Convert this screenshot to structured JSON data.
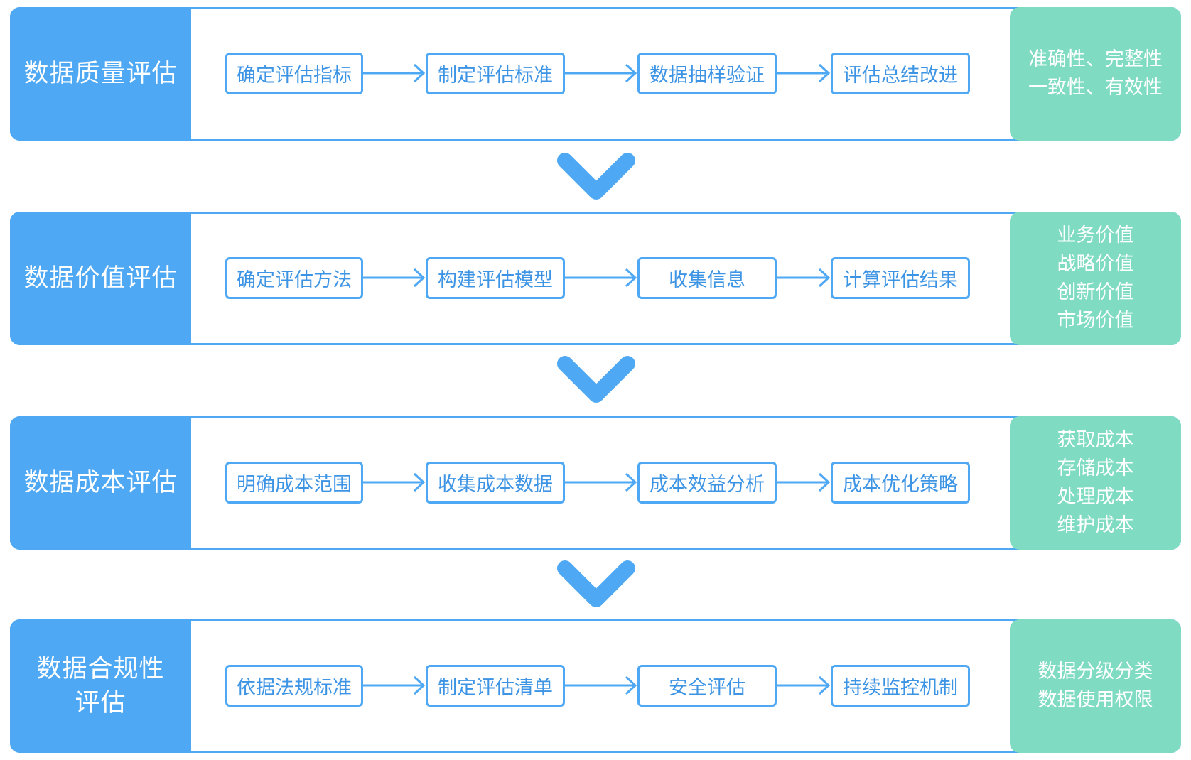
{
  "rows": [
    {
      "title": "数据质量评估",
      "steps": [
        "确定评估指标",
        "制定评估标准",
        "数据抽样验证",
        "评估总结改进"
      ],
      "attributes": [
        "准确性、完整性",
        "一致性、有效性"
      ]
    },
    {
      "title": "数据价值评估",
      "steps": [
        "确定评估方法",
        "构建评估模型",
        "收集信息",
        "计算评估结果"
      ],
      "attributes": [
        "业务价值",
        "战略价值",
        "创新价值",
        "市场价值"
      ]
    },
    {
      "title": "数据成本评估",
      "steps": [
        "明确成本范围",
        "收集成本数据",
        "成本效益分析",
        "成本优化策略"
      ],
      "attributes": [
        "获取成本",
        "存储成本",
        "处理成本",
        "维护成本"
      ]
    },
    {
      "title": "数据合规性\n评估",
      "steps": [
        "依据法规标准",
        "制定评估清单",
        "安全评估",
        "持续监控机制"
      ],
      "attributes": [
        "数据分级分类",
        "数据使用权限"
      ]
    }
  ],
  "colors": {
    "primary_blue": "#4fa8f3",
    "step_text_blue": "#3d94e4",
    "attribute_green": "#7fdbc1",
    "white": "#ffffff"
  },
  "icons": {
    "step_connector": "arrow-right-icon",
    "row_connector": "chevron-down-icon"
  }
}
